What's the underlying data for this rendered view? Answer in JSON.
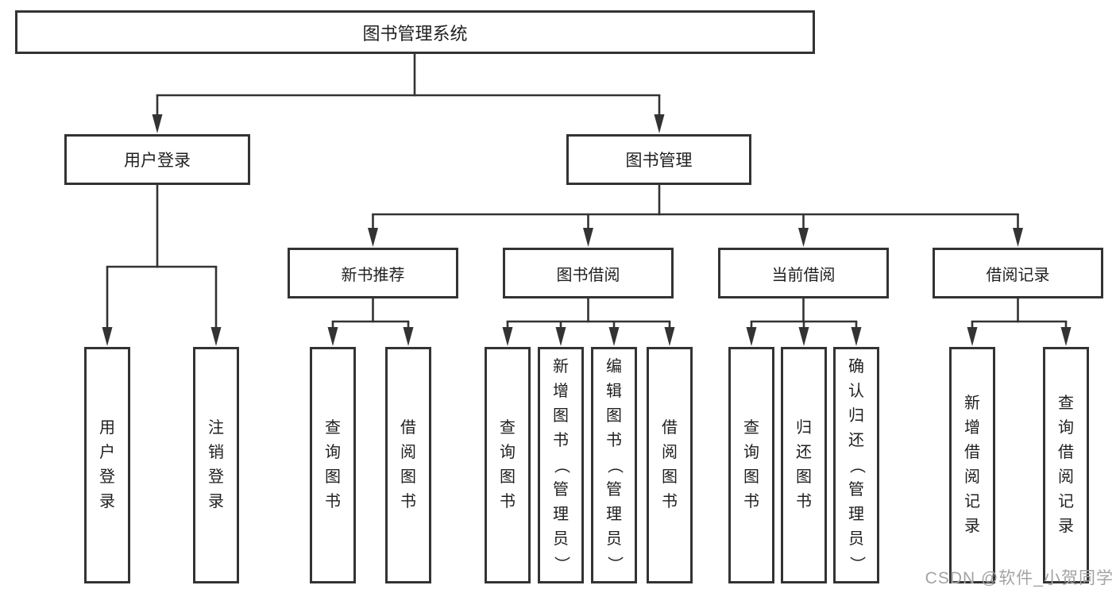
{
  "tree": {
    "label": "图书管理系统",
    "children": [
      {
        "label": "用户登录",
        "children": [
          {
            "label": "用户登录"
          },
          {
            "label": "注销登录"
          }
        ]
      },
      {
        "label": "图书管理",
        "children": [
          {
            "label": "新书推荐",
            "children": [
              {
                "label": "查询图书"
              },
              {
                "label": "借阅图书"
              }
            ]
          },
          {
            "label": "图书借阅",
            "children": [
              {
                "label": "查询图书"
              },
              {
                "label": "新增图书（管理员）"
              },
              {
                "label": "编辑图书（管理员）"
              },
              {
                "label": "借阅图书"
              }
            ]
          },
          {
            "label": "当前借阅",
            "children": [
              {
                "label": "查询图书"
              },
              {
                "label": "归还图书"
              },
              {
                "label": "确认归还（管理员）"
              }
            ]
          },
          {
            "label": "借阅记录",
            "children": [
              {
                "label": "新增借阅记录"
              },
              {
                "label": "查询借阅记录"
              }
            ]
          }
        ]
      }
    ]
  },
  "watermark": {
    "text": "CSDN @软件_小贺同学"
  },
  "colors": {
    "line": "#333333",
    "box_border": "#333333",
    "box_fill": "#ffffff",
    "text": "#1f1f1f",
    "watermark": "#a3a3a3",
    "background": "#ffffff"
  }
}
